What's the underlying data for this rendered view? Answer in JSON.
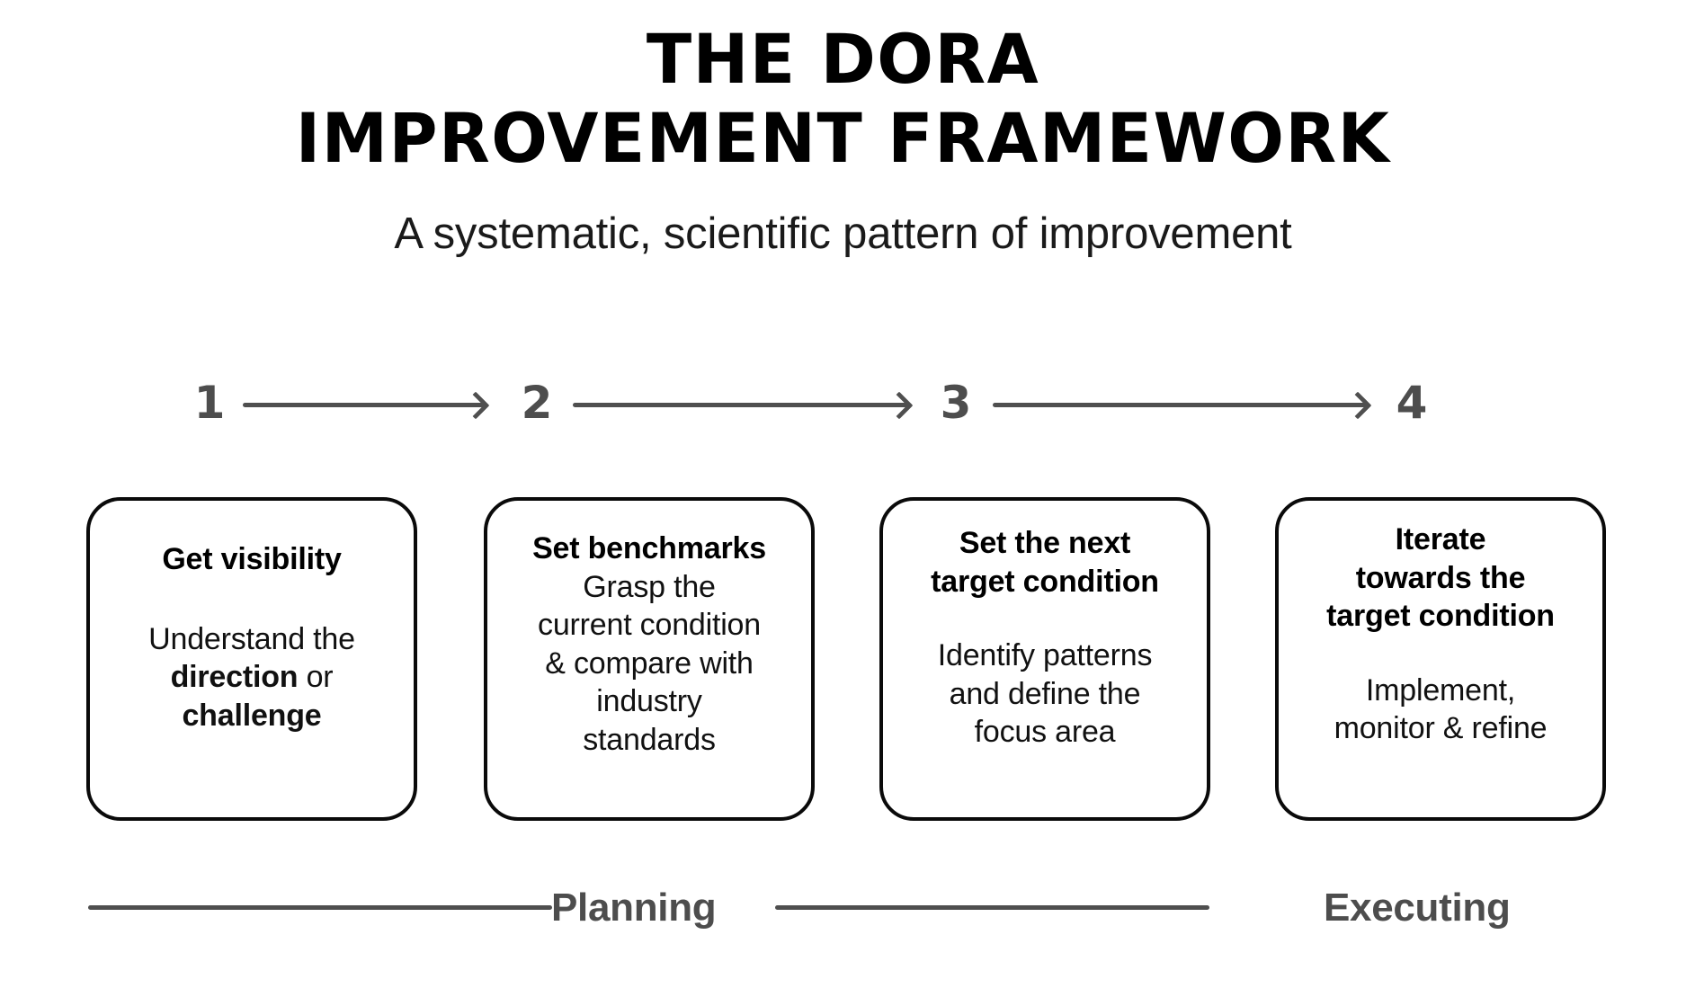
{
  "header": {
    "title_line1": "THE DORA",
    "title_line2": "IMPROVEMENT FRAMEWORK",
    "subtitle": "A systematic, scientific pattern of improvement"
  },
  "steps": [
    {
      "number": "1"
    },
    {
      "number": "2"
    },
    {
      "number": "3"
    },
    {
      "number": "4"
    }
  ],
  "cards": [
    {
      "heading": "Get visibility",
      "body_html": "Understand the<br><b>direction</b> or<br><b>challenge</b>",
      "body_text": "Understand the direction or challenge"
    },
    {
      "heading": "Set benchmarks",
      "body_html": "Grasp the<br>current condition<br>&amp; compare with<br>industry<br>standards",
      "body_text": "Grasp the current condition & compare with industry standards"
    },
    {
      "heading": "Set the next<br>target condition",
      "body_html": "Identify patterns<br>and define the<br>focus area",
      "body_text": "Identify patterns and define the focus area"
    },
    {
      "heading": "Iterate<br>towards the<br>target condition",
      "body_html": "Implement,<br>monitor &amp; refine",
      "body_text": "Implement, monitor & refine"
    }
  ],
  "phases": {
    "planning_label": "Planning",
    "executing_label": "Executing"
  },
  "colors": {
    "background": "#ffffff",
    "text": "#111111",
    "accent_gray": "#4d4d4d",
    "line_gray": "#4f4f4f",
    "card_border": "#0a0a0a"
  }
}
